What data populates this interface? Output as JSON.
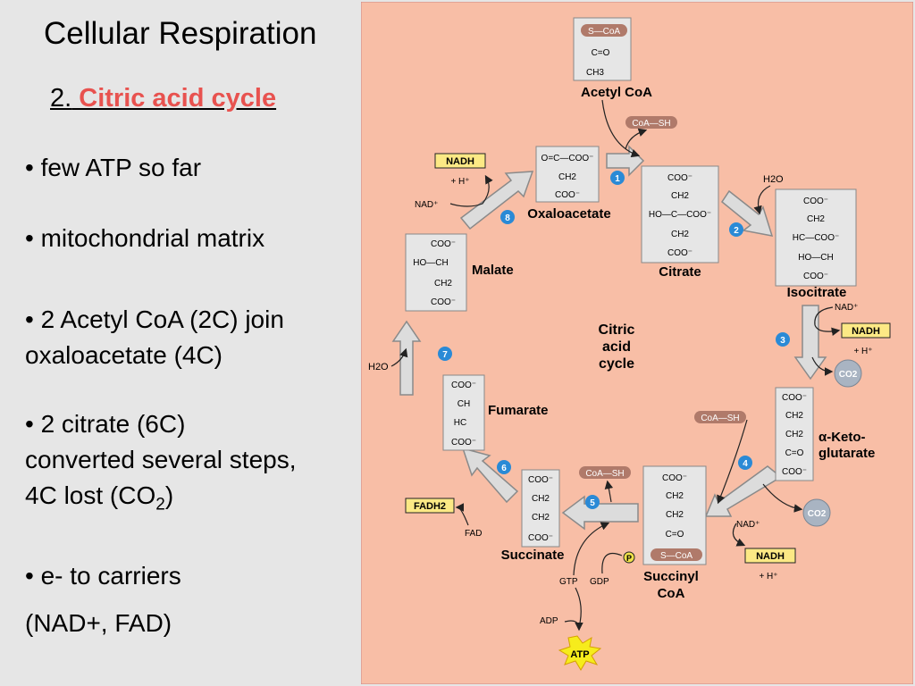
{
  "slide": {
    "title": "Cellular Respiration",
    "subtitle_prefix": "2.",
    "subtitle_accent": " Citric acid cycle",
    "bullets": [
      {
        "line1": "• few ATP so far"
      },
      {
        "line1": "• mitochondrial matrix"
      },
      {
        "line1": "• 2 Acetyl CoA (2C) join",
        "line2": "oxaloacetate (4C)"
      },
      {
        "line1": "• 2 citrate (6C)",
        "line2": "converted several steps,",
        "line3_pre": "4C lost (CO",
        "line3_sub": "2",
        "line3_post": ")"
      },
      {
        "line1": "• e- to carriers"
      },
      {
        "line1": "(NAD+, FAD)"
      }
    ]
  },
  "diagram": {
    "center_label": [
      "Citric",
      "acid",
      "cycle"
    ],
    "molecules": {
      "acetyl_coa": {
        "name": "Acetyl CoA",
        "lines": [
          "S—CoA",
          "C=O",
          "CH3"
        ]
      },
      "oxaloacetate": {
        "name": "Oxaloacetate",
        "lines": [
          "O=C—COO⁻",
          "CH2",
          "COO⁻"
        ]
      },
      "citrate": {
        "name": "Citrate",
        "lines": [
          "COO⁻",
          "CH2",
          "HO—C—COO⁻",
          "CH2",
          "COO⁻"
        ]
      },
      "isocitrate": {
        "name": "Isocitrate",
        "lines": [
          "COO⁻",
          "CH2",
          "HC—COO⁻",
          "HO—CH",
          "COO⁻"
        ]
      },
      "akg": {
        "name_prefix": "α",
        "name": "-Keto-",
        "name2": "glutarate",
        "lines": [
          "COO⁻",
          "CH2",
          "CH2",
          "C=O",
          "COO⁻"
        ]
      },
      "succinyl_coa": {
        "name": "Succinyl",
        "name2": "CoA",
        "lines": [
          "COO⁻",
          "CH2",
          "CH2",
          "C=O",
          "S—CoA"
        ]
      },
      "succinate": {
        "name": "Succinate",
        "lines": [
          "COO⁻",
          "CH2",
          "CH2",
          "COO⁻"
        ]
      },
      "fumarate": {
        "name": "Fumarate",
        "lines": [
          "COO⁻",
          "CH",
          "HC",
          "COO⁻"
        ]
      },
      "malate": {
        "name": "Malate",
        "lines": [
          "COO⁻",
          "HO—CH",
          "CH2",
          "COO⁻"
        ]
      }
    },
    "labels": {
      "coa_sh": "CoA—SH",
      "h2o": "H2O",
      "nad_plus": "NAD⁺",
      "nadh": "NADH",
      "h_plus": "+ H⁺",
      "co2": "CO2",
      "fadh2": "FADH2",
      "fad": "FAD",
      "gtp": "GTP",
      "gdp": "GDP",
      "adp": "ADP",
      "atp": "ATP",
      "p": "P"
    },
    "steps": [
      "1",
      "2",
      "3",
      "4",
      "5",
      "6",
      "7",
      "8"
    ]
  }
}
